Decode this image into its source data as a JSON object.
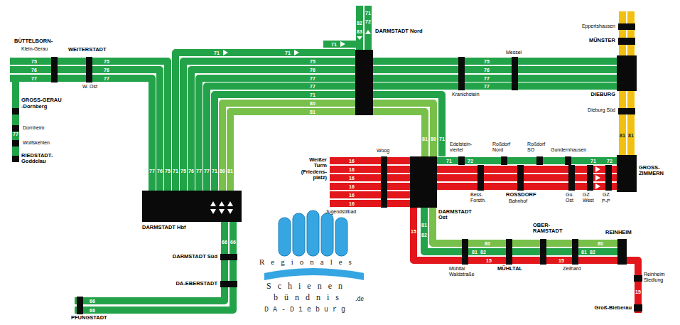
{
  "diagram": {
    "nodes": [
      {
        "text": [
          "DARMSTADT Nord"
        ]
      },
      {
        "text": [
          "DIEBURG"
        ]
      },
      {
        "text": [
          "GROSS-ZIMMERN"
        ]
      },
      {
        "text": [
          "DARMSTADT Ost"
        ]
      },
      {
        "text": [
          "DARMSTADT Hbf"
        ]
      }
    ],
    "edges": [
      {
        "from": 4,
        "to": 0,
        "arrow": "none"
      },
      {
        "from": 4,
        "to": 3,
        "arrow": "none"
      },
      {
        "from": 0,
        "to": 1,
        "arrow": "none"
      },
      {
        "from": 1,
        "to": 2,
        "arrow": "none"
      },
      {
        "from": 3,
        "to": 2,
        "arrow": "none"
      }
    ],
    "labels": [
      "BÜTTELBORN-",
      "Klein-Gerau",
      "WEITERSTADT",
      "W. Ost",
      "GROSS-GERAU",
      "-Dornberg",
      "Dornheim",
      "Wolfskehlen",
      "RIEDSTADT- Goddelau",
      "75",
      "76",
      "77",
      "75",
      "76",
      "77",
      "77",
      "77",
      "76",
      "75",
      "71",
      "75",
      "76",
      "77",
      "77",
      "71",
      "80",
      "81",
      "71",
      "71",
      "75",
      "76",
      "77",
      "77",
      "71",
      "80",
      "81",
      "71",
      "71",
      "72",
      "82",
      "83",
      "75",
      "76",
      "77",
      "77",
      "81",
      "80",
      "71",
      "16",
      "16",
      "16",
      "16",
      "16",
      "16",
      "Woog",
      "Weißer Turm (Friedens- platz)",
      "Jugendstilbad",
      "71",
      "72",
      "71",
      "72",
      "Edelstein- viertel",
      "Roßdorf Nord",
      "Roßdorf SO",
      "Gundernhausen",
      "Bess. Forsth.",
      "ROSSDORF",
      "Bahnhof",
      "Gu. Ost",
      "GZ West",
      "GZ",
      "P-P",
      "Eppertshausen",
      "MÜNSTER",
      "Dieburg Süd",
      "81",
      "81",
      "Kranichstein",
      "Messel",
      "15",
      "81",
      "82",
      "80",
      "80",
      "81",
      "82",
      "81",
      "82",
      "15",
      "15",
      "15",
      "Mühltal Waldstraße",
      "MÜHLTAL",
      "OBER- RAMSTADT",
      "Zeilhard",
      "REINHEIM",
      "Reinheim Siedlung",
      "Groß-Bieberau",
      "66",
      "66",
      "66",
      "66",
      "DARMSTADT Süd",
      "DA-EBERSTADT",
      "PFUNGSTADT",
      "Regionales",
      "Schienen",
      "bündnis",
      ".de",
      "DA-Dieburg"
    ]
  }
}
